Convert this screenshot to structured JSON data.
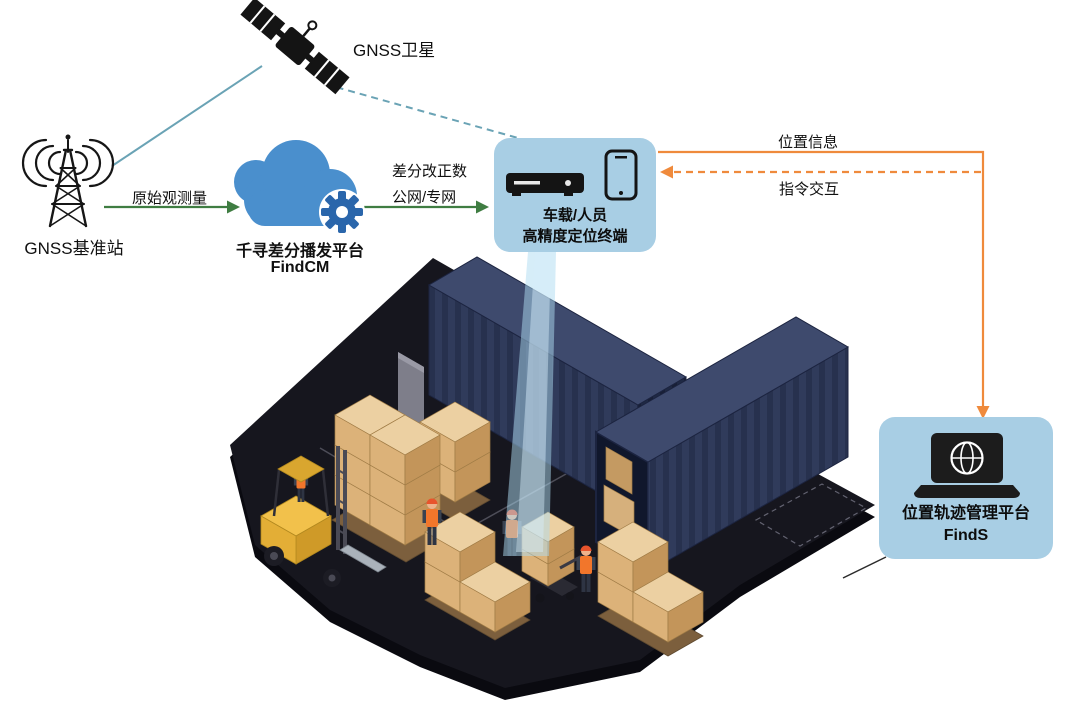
{
  "diagram": {
    "nodes": {
      "satellite": {
        "label": "GNSS卫星"
      },
      "base_station": {
        "label": "GNSS基准站"
      },
      "cloud": {
        "label_line1": "千寻差分播发平台",
        "label_line2": "FindCM"
      },
      "terminal": {
        "label_line1": "车载/人员",
        "label_line2": "高精度定位终端"
      },
      "platform": {
        "label_line1": "位置轨迹管理平台",
        "label_line2": "FindS"
      }
    },
    "flows": {
      "raw_observation": {
        "label": "原始观测量"
      },
      "corrections": {
        "label_line1": "差分改正数",
        "label_line2": "公网/专网"
      },
      "position_info": {
        "label": "位置信息"
      },
      "command_interaction": {
        "label": "指令交互"
      }
    }
  },
  "colors": {
    "panel_blue": "#a8cee4",
    "arrow_green": "#3f7d42",
    "arrow_orange": "#ef8a3c",
    "line_teal": "#6aa3b5",
    "cloud_blue": "#4a8fcd",
    "gear_blue": "#2a66ab",
    "container_navy": "#303b5b",
    "container_top": "#3e4a6d",
    "box_tan": "#dcb279",
    "forklift_yellow": "#f2c14b",
    "platform_dark": "#16161e",
    "vest_orange": "#f2762b",
    "text": "#101010"
  }
}
